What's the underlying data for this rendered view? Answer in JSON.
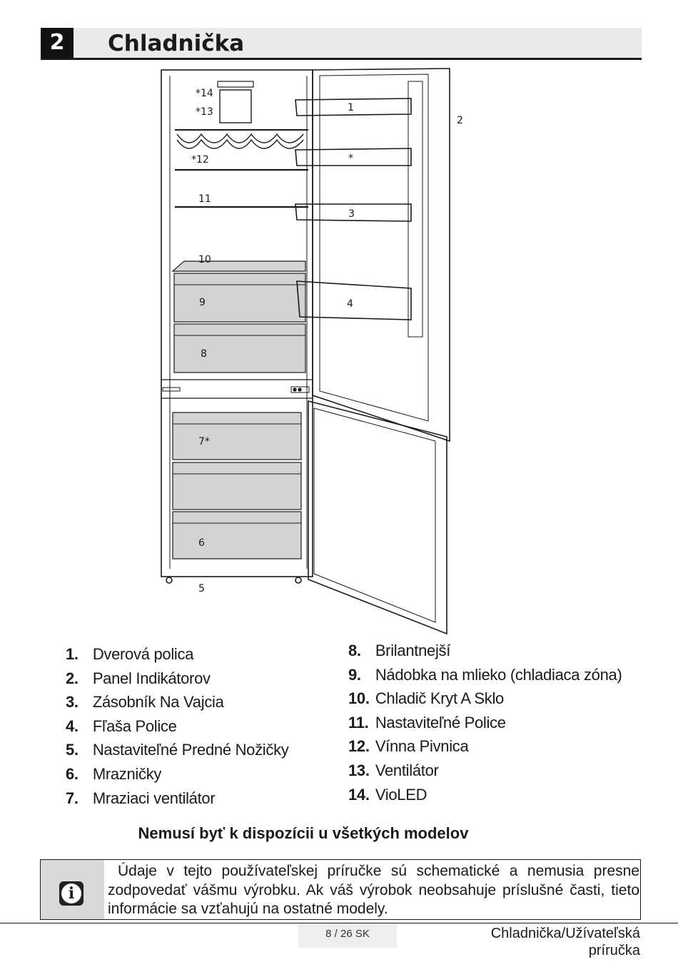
{
  "section": {
    "number": "2",
    "title": "Chladnička"
  },
  "diagram": {
    "callouts": {
      "c1": "1",
      "c2": "2",
      "c3": "3",
      "c4": "4",
      "c5": "5",
      "c6": "6",
      "c7": "7*",
      "c8": "8",
      "c9": "9",
      "c10": "10",
      "c11": "11",
      "c12": "*12",
      "c13": "*13",
      "c14": "*14",
      "cstar": "*"
    }
  },
  "legend": {
    "left": [
      {
        "num": "1.",
        "label": "Dverová polica"
      },
      {
        "num": "2.",
        "label": "Panel Indikátorov"
      },
      {
        "num": "3.",
        "label": "Zásobník Na Vajcia"
      },
      {
        "num": "4.",
        "label": "Fľaša Police"
      },
      {
        "num": "5.",
        "label": "Nastaviteľné Predné Nožičky"
      },
      {
        "num": "6.",
        "label": "Mrazničky"
      },
      {
        "num": "7.",
        "label": "Mraziaci ventilátor"
      }
    ],
    "right": [
      {
        "num": "8.",
        "label": "Brilantnejší"
      },
      {
        "num": "9.",
        "label": "Nádobka na mlieko (chladiaca zóna)"
      },
      {
        "num": "10.",
        "label": "Chladič Kryt A Sklo"
      },
      {
        "num": "11.",
        "label": "Nastaviteľné Police"
      },
      {
        "num": "12.",
        "label": "Vínna Pivnica"
      },
      {
        "num": "13.",
        "label": "Ventilátor"
      },
      {
        "num": "14.",
        "label": "VioLED"
      }
    ]
  },
  "note": {
    "title": "Nemusí byť k dispozícii u všetkých modelov"
  },
  "info": {
    "icon": "info-icon",
    "text": "Údaje v tejto používateľskej príručke sú schematické a nemusia presne zodpovedať vášmu výrobku. Ak váš výrobok neobsahuje príslušné časti, tieto informácie sa vzťahujú na ostatné modely."
  },
  "footer": {
    "page": "8 / 26 SK",
    "title": "Chladnička/Užívateľská príručka"
  }
}
